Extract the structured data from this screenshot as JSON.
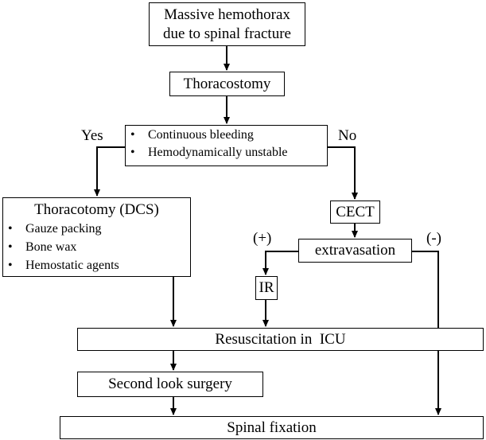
{
  "nodes": {
    "start": {
      "line1": "Massive hemothorax",
      "line2": "due to spinal fracture"
    },
    "thoracostomy": "Thoracostomy",
    "decision": {
      "items": [
        "Continuous bleeding",
        "Hemodynamically unstable"
      ]
    },
    "thoracotomy": {
      "title": "Thoracotomy (DCS)",
      "items": [
        "Gauze packing",
        "Bone wax",
        "Hemostatic agents"
      ]
    },
    "cect": "CECT",
    "extravasation": "extravasation",
    "ir": "IR",
    "resuscitation": "Resuscitation in  ICU",
    "second_look": "Second look surgery",
    "spinal_fixation": "Spinal fixation"
  },
  "labels": {
    "yes": "Yes",
    "no": "No",
    "plus": "(+)",
    "minus": "(-)"
  }
}
